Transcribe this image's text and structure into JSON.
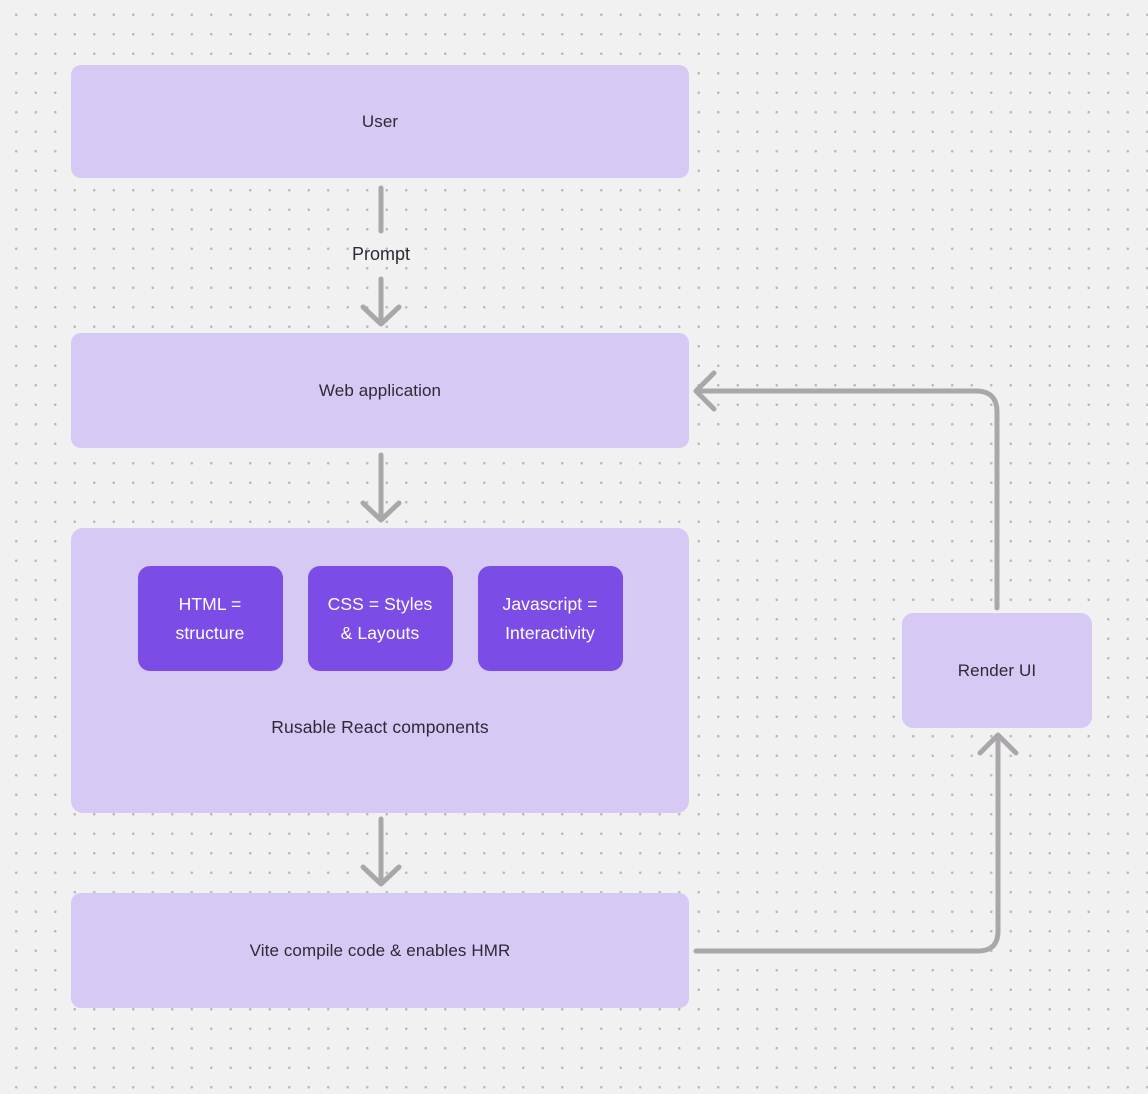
{
  "colors": {
    "background": "#f2f1f2",
    "dot": "#bcbabd",
    "box_light": "#d6c9f4",
    "box_dark": "#7c4ce6",
    "arrow": "#a9a7aa",
    "text_dark": "#2d2a35",
    "text_light": "#ffffff"
  },
  "nodes": {
    "user": {
      "label": "User"
    },
    "web_application": {
      "label": "Web application"
    },
    "components_group": {
      "caption": "Rusable React components",
      "items": [
        {
          "label": "HTML =\nstructure"
        },
        {
          "label": "CSS = Styles\n& Layouts"
        },
        {
          "label": "Javascript =\nInteractivity"
        }
      ]
    },
    "vite": {
      "label": "Vite compile code & enables HMR"
    },
    "render_ui": {
      "label": "Render UI"
    }
  },
  "edge_labels": {
    "prompt": "Prompt"
  }
}
